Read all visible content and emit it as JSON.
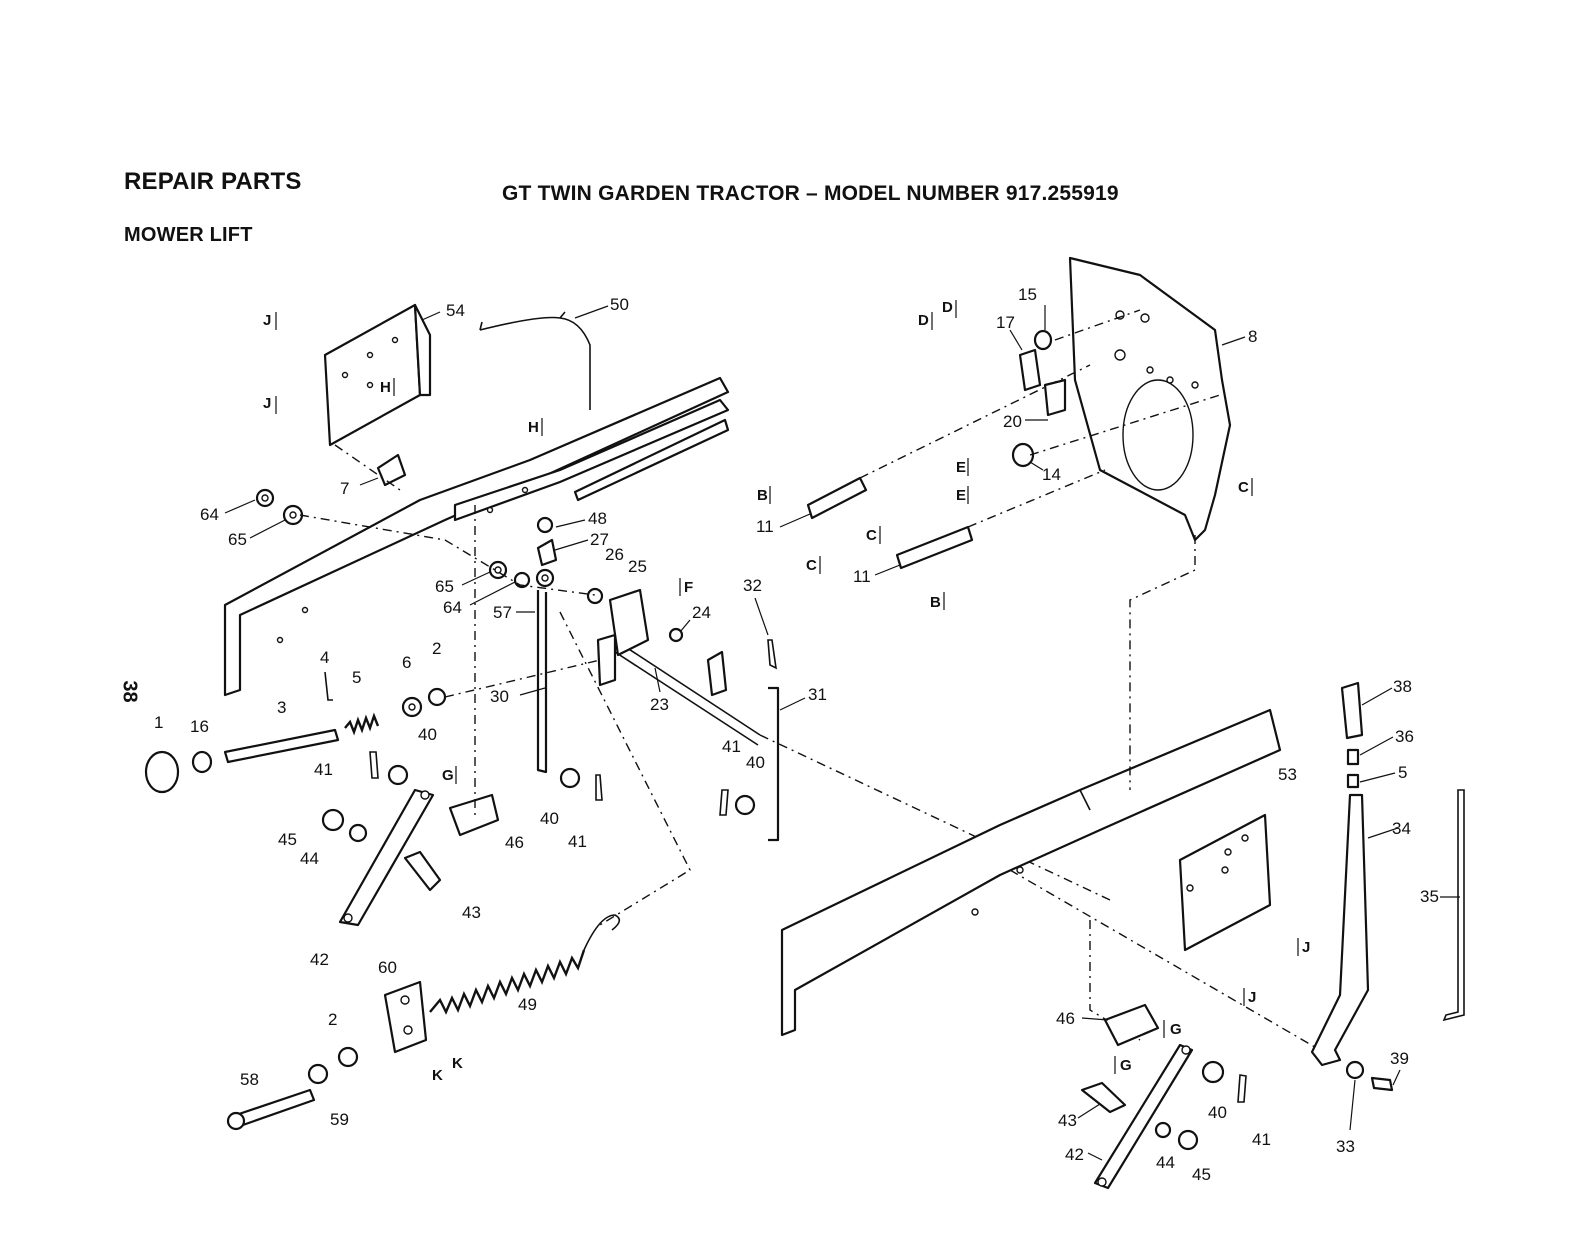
{
  "header": {
    "section": "REPAIR PARTS",
    "title": "GT TWIN GARDEN TRACTOR – MODEL NUMBER 917.255919",
    "subtitle": "MOWER LIFT",
    "page_number": "38"
  },
  "part_labels": [
    {
      "key": "p54",
      "text": "54"
    },
    {
      "key": "p50",
      "text": "50"
    },
    {
      "key": "p7",
      "text": "7"
    },
    {
      "key": "p64a",
      "text": "64"
    },
    {
      "key": "p65a",
      "text": "65"
    },
    {
      "key": "p48",
      "text": "48"
    },
    {
      "key": "p27",
      "text": "27"
    },
    {
      "key": "p26",
      "text": "26"
    },
    {
      "key": "p25",
      "text": "25"
    },
    {
      "key": "p65b",
      "text": "65"
    },
    {
      "key": "p64b",
      "text": "64"
    },
    {
      "key": "p57",
      "text": "57"
    },
    {
      "key": "p24",
      "text": "24"
    },
    {
      "key": "p32",
      "text": "32"
    },
    {
      "key": "p31",
      "text": "31"
    },
    {
      "key": "p23",
      "text": "23"
    },
    {
      "key": "p30",
      "text": "30"
    },
    {
      "key": "p4",
      "text": "4"
    },
    {
      "key": "p5a",
      "text": "5"
    },
    {
      "key": "p6",
      "text": "6"
    },
    {
      "key": "p2a",
      "text": "2"
    },
    {
      "key": "p3",
      "text": "3"
    },
    {
      "key": "p1",
      "text": "1"
    },
    {
      "key": "p16",
      "text": "16"
    },
    {
      "key": "p40a",
      "text": "40"
    },
    {
      "key": "p41a",
      "text": "41"
    },
    {
      "key": "p40b",
      "text": "40"
    },
    {
      "key": "p41b",
      "text": "41"
    },
    {
      "key": "p41c",
      "text": "41"
    },
    {
      "key": "p40c",
      "text": "40"
    },
    {
      "key": "p46a",
      "text": "46"
    },
    {
      "key": "p45a",
      "text": "45"
    },
    {
      "key": "p44a",
      "text": "44"
    },
    {
      "key": "p43a",
      "text": "43"
    },
    {
      "key": "p42a",
      "text": "42"
    },
    {
      "key": "p60",
      "text": "60"
    },
    {
      "key": "p49",
      "text": "49"
    },
    {
      "key": "p2b",
      "text": "2"
    },
    {
      "key": "p58",
      "text": "58"
    },
    {
      "key": "p59",
      "text": "59"
    },
    {
      "key": "p15",
      "text": "15"
    },
    {
      "key": "p17",
      "text": "17"
    },
    {
      "key": "p8",
      "text": "8"
    },
    {
      "key": "p20",
      "text": "20"
    },
    {
      "key": "p14",
      "text": "14"
    },
    {
      "key": "p11a",
      "text": "11"
    },
    {
      "key": "p11b",
      "text": "11"
    },
    {
      "key": "p38",
      "text": "38"
    },
    {
      "key": "p36",
      "text": "36"
    },
    {
      "key": "p5b",
      "text": "5"
    },
    {
      "key": "p53",
      "text": "53"
    },
    {
      "key": "p34",
      "text": "34"
    },
    {
      "key": "p35",
      "text": "35"
    },
    {
      "key": "p46b",
      "text": "46"
    },
    {
      "key": "p43b",
      "text": "43"
    },
    {
      "key": "p42b",
      "text": "42"
    },
    {
      "key": "p44b",
      "text": "44"
    },
    {
      "key": "p45b",
      "text": "45"
    },
    {
      "key": "p40d",
      "text": "40"
    },
    {
      "key": "p41d",
      "text": "41"
    },
    {
      "key": "p39",
      "text": "39"
    },
    {
      "key": "p33",
      "text": "33"
    }
  ],
  "reference_letters": [
    {
      "key": "J1",
      "text": "J"
    },
    {
      "key": "J2",
      "text": "J"
    },
    {
      "key": "H1",
      "text": "H"
    },
    {
      "key": "H2",
      "text": "H"
    },
    {
      "key": "D1",
      "text": "D"
    },
    {
      "key": "D2",
      "text": "D"
    },
    {
      "key": "E1",
      "text": "E"
    },
    {
      "key": "E2",
      "text": "E"
    },
    {
      "key": "B1",
      "text": "B"
    },
    {
      "key": "B2",
      "text": "B"
    },
    {
      "key": "C1",
      "text": "C"
    },
    {
      "key": "C2",
      "text": "C"
    },
    {
      "key": "C3",
      "text": "C"
    },
    {
      "key": "F1",
      "text": "F"
    },
    {
      "key": "G1",
      "text": "G"
    },
    {
      "key": "G2",
      "text": "G"
    },
    {
      "key": "G3",
      "text": "G"
    },
    {
      "key": "K1",
      "text": "K"
    },
    {
      "key": "K2",
      "text": "K"
    },
    {
      "key": "J3",
      "text": "J"
    },
    {
      "key": "J4",
      "text": "J"
    }
  ]
}
